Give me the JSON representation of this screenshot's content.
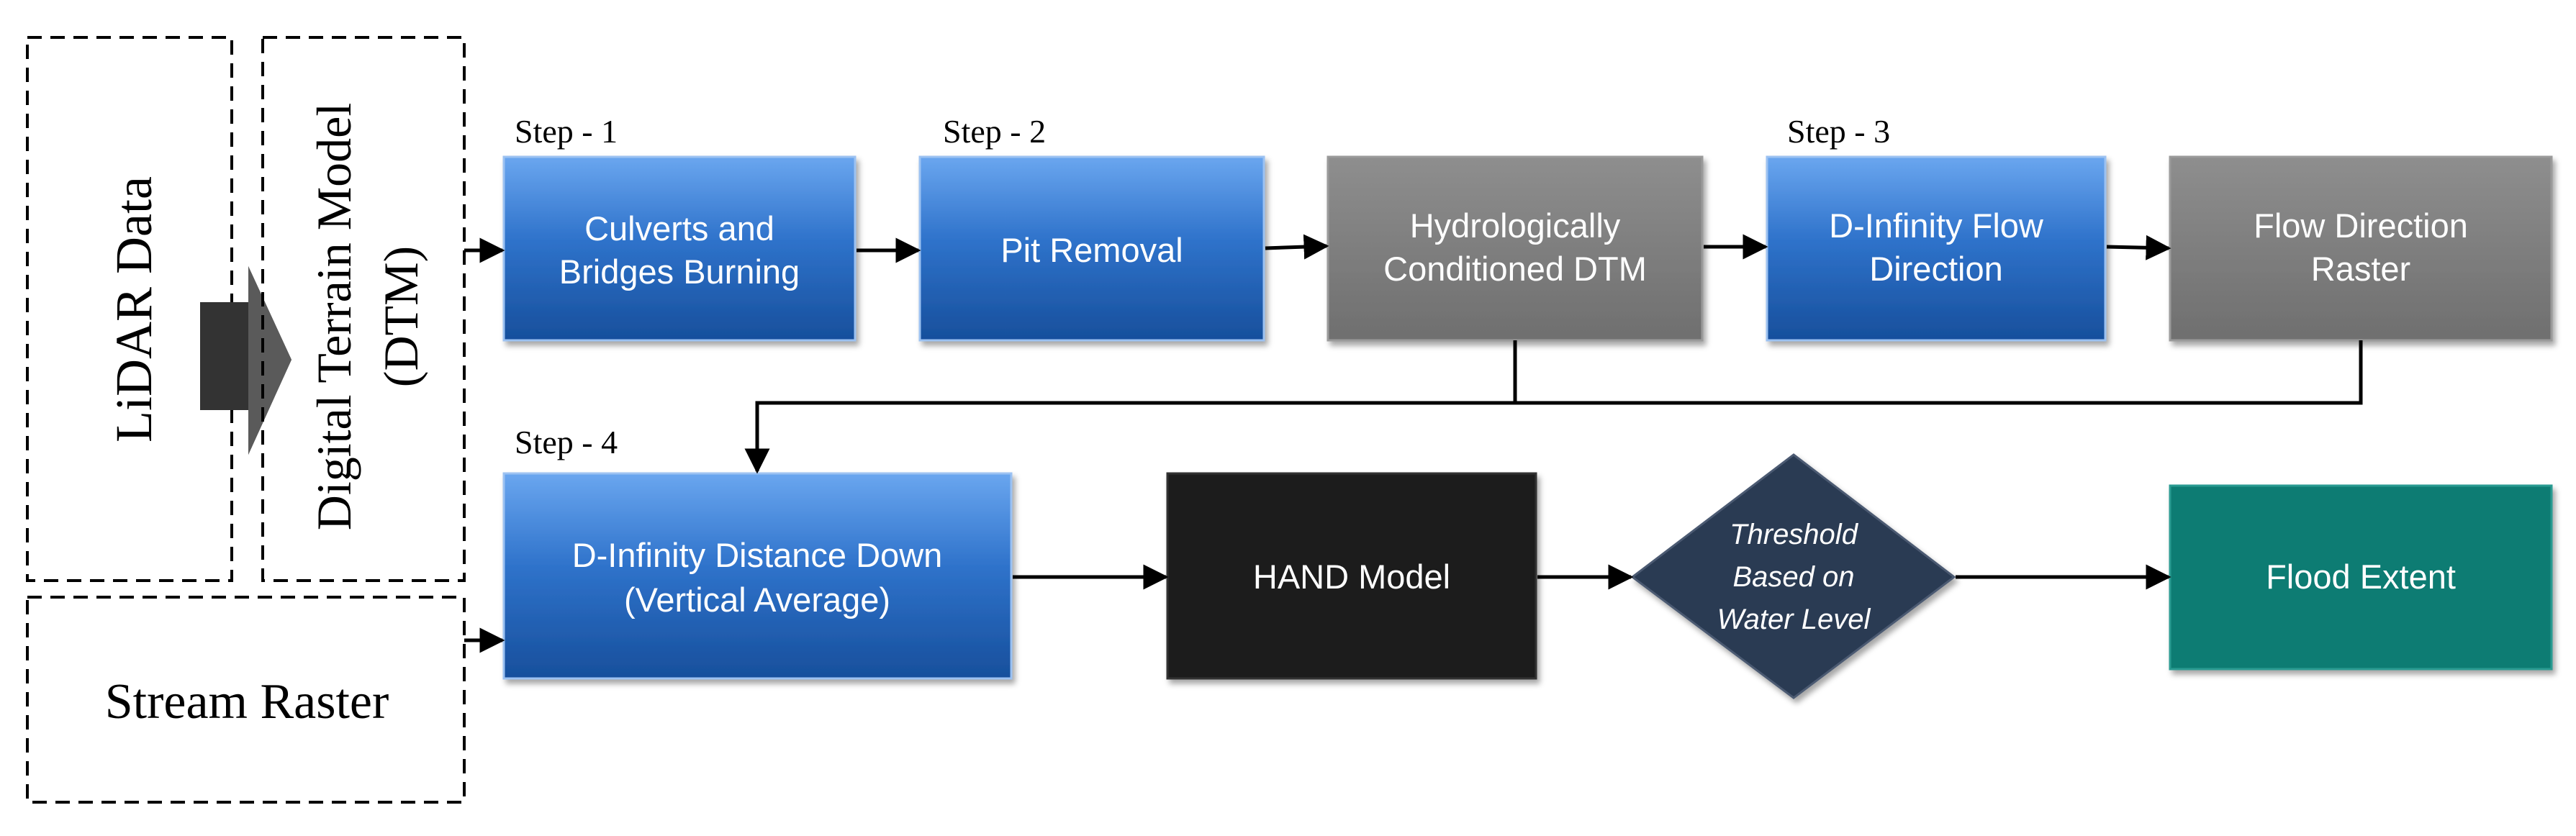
{
  "inputs": {
    "lidar": "LiDAR Data",
    "dtm_line1": "Digital Terrain Model",
    "dtm_line2": "(DTM)",
    "stream": "Stream Raster"
  },
  "steps": {
    "step1": "Step - 1",
    "step2": "Step - 2",
    "step3": "Step - 3",
    "step4": "Step - 4"
  },
  "nodes": {
    "culverts_line1": "Culverts and",
    "culverts_line2": "Bridges Burning",
    "pit": "Pit Removal",
    "hydro_line1": "Hydrologically",
    "hydro_line2": "Conditioned DTM",
    "dinf_flow_line1": "D-Infinity Flow",
    "dinf_flow_line2": "Direction",
    "flowdir_line1": "Flow Direction",
    "flowdir_line2": "Raster",
    "dinf_dist_line1": "D-Infinity Distance Down",
    "dinf_dist_line2": "(Vertical Average)",
    "hand": "HAND Model",
    "threshold_line1": "Threshold",
    "threshold_line2": "Based on",
    "threshold_line3": "Water Level",
    "flood": "Flood Extent"
  },
  "colors": {
    "process_blue": "#2f6fc0",
    "data_gray": "#7f7f7f",
    "model_black": "#1f1f1f",
    "decision_navy": "#2b3a52",
    "result_teal": "#0f7b73"
  }
}
